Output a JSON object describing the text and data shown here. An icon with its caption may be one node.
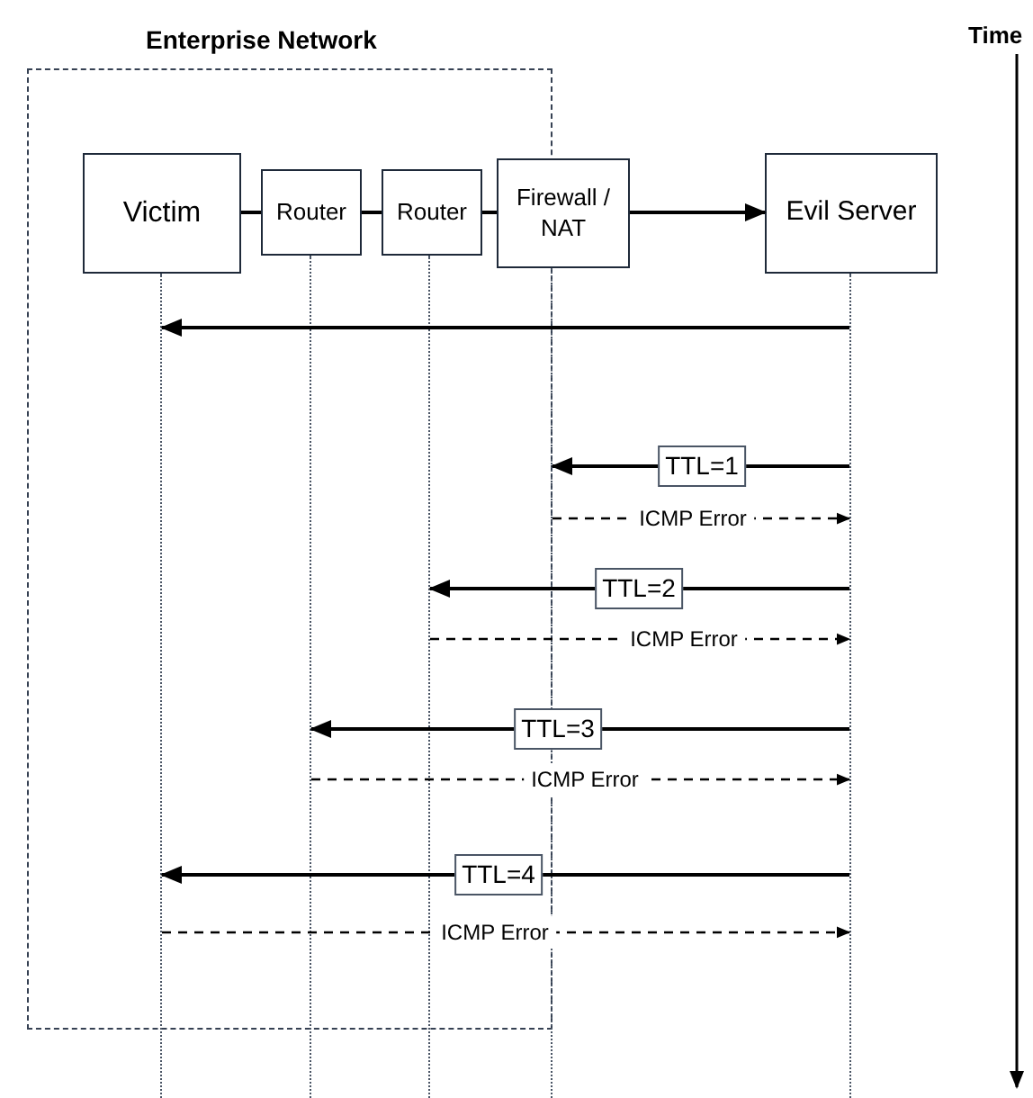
{
  "diagram": {
    "nodes": [
      {
        "text": [
          "Enterprise Network"
        ]
      },
      {
        "text": [
          "Victim"
        ],
        "in": 0
      },
      {
        "text": [
          "Router"
        ],
        "in": 0
      },
      {
        "text": [
          "Router"
        ],
        "in": 0
      },
      {
        "text": [
          "Firewall / NAT"
        ]
      },
      {
        "text": [
          "Evil Server"
        ]
      },
      {
        "text": [],
        "shape": "line"
      },
      {
        "text": [],
        "shape": "line"
      },
      {
        "text": [],
        "shape": "line"
      },
      {
        "text": [],
        "shape": "line"
      },
      {
        "text": [],
        "shape": "line"
      }
    ],
    "edges": [
      {
        "from": 1,
        "to": 2,
        "arrow": "none"
      },
      {
        "from": 2,
        "to": 3,
        "arrow": "none"
      },
      {
        "from": 3,
        "to": 4,
        "arrow": "none"
      },
      {
        "from": 4,
        "to": 5,
        "arrow": "to"
      },
      {
        "from": 10,
        "to": 6,
        "arrow": "to"
      },
      {
        "from": 10,
        "to": 9,
        "arrow": "to",
        "label": "TTL=1"
      },
      {
        "from": 9,
        "to": 10,
        "arrow": "to",
        "label": "ICMP Error",
        "style": "dashed"
      },
      {
        "from": 10,
        "to": 8,
        "arrow": "to",
        "label": "TTL=2"
      },
      {
        "from": 8,
        "to": 10,
        "arrow": "to",
        "label": "ICMP Error",
        "style": "dashed"
      },
      {
        "from": 10,
        "to": 7,
        "arrow": "to",
        "label": "TTL=3"
      },
      {
        "from": 7,
        "to": 10,
        "arrow": "to",
        "label": "ICMP Error",
        "style": "dashed"
      },
      {
        "from": 10,
        "to": 6,
        "arrow": "to",
        "label": "TTL=4"
      },
      {
        "from": 6,
        "to": 10,
        "arrow": "to",
        "label": "ICMP Error",
        "style": "dashed"
      }
    ],
    "labels": [
      "Time"
    ]
  }
}
